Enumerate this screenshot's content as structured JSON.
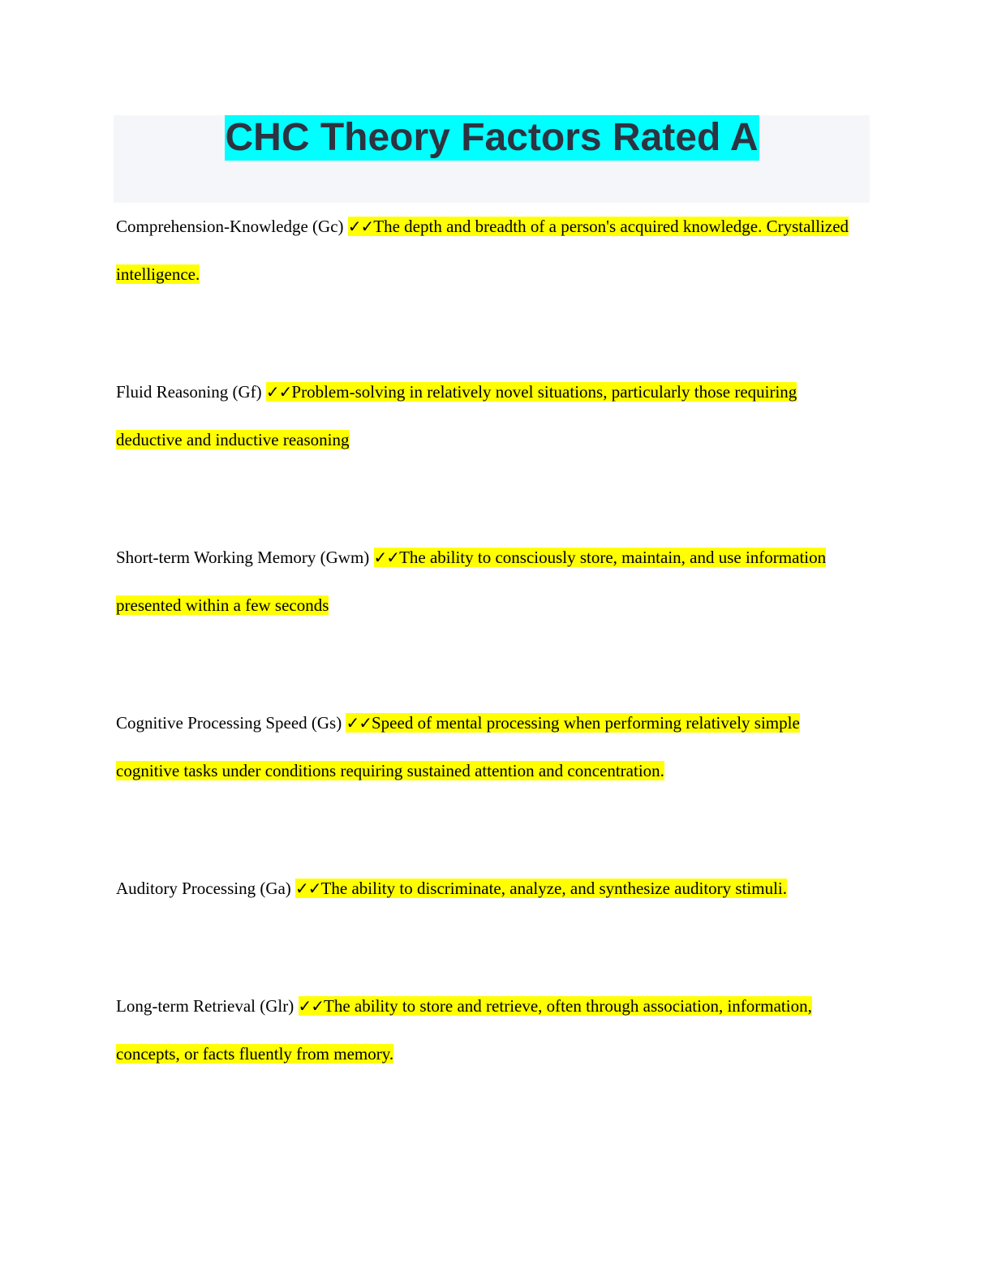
{
  "title": "CHC Theory Factors Rated A",
  "check_mark": "✓✓",
  "entries": [
    {
      "term": "Comprehension-Knowledge (Gc)",
      "definition": "The depth and breadth of a person's acquired knowledge. Crystallized intelligence."
    },
    {
      "term": "Fluid Reasoning (Gf)",
      "definition": "Problem-solving in relatively novel situations, particularly those requiring deductive and inductive reasoning"
    },
    {
      "term": "Short-term Working Memory (Gwm)",
      "definition": "The ability to consciously store, maintain, and use information presented within a few seconds"
    },
    {
      "term": "Cognitive Processing Speed (Gs)",
      "definition": "Speed of mental processing when performing relatively simple cognitive tasks under conditions requiring sustained attention and concentration."
    },
    {
      "term": "Auditory Processing (Ga)",
      "definition": "The ability to discriminate, analyze, and synthesize auditory stimuli."
    },
    {
      "term": "Long-term Retrieval (Glr)",
      "definition": "The ability to store and retrieve, often through association, information, concepts, or facts fluently from memory."
    }
  ],
  "colors": {
    "title_highlight": "#00ffff",
    "title_text": "#2d3340",
    "title_band": "#f5f6f9",
    "answer_highlight": "#ffff00"
  }
}
